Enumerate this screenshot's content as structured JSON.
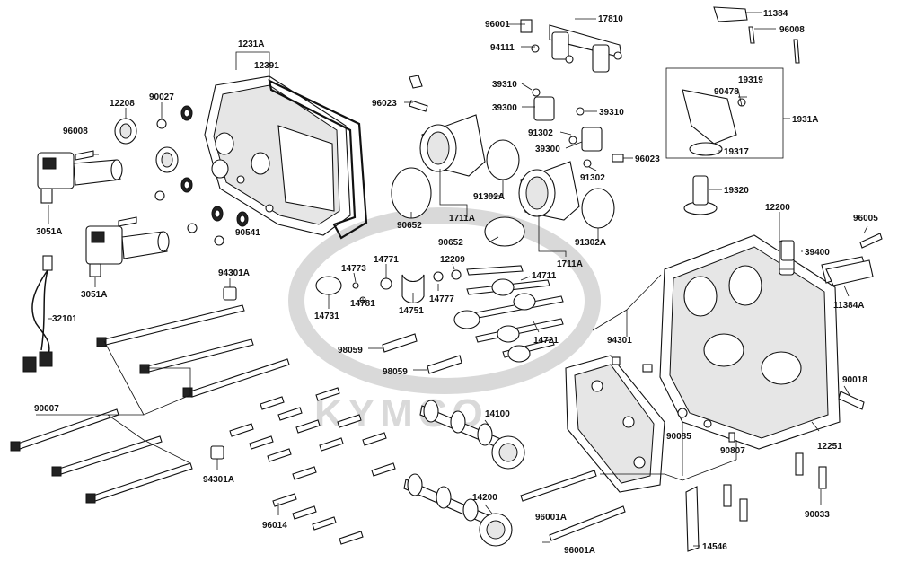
{
  "diagram": {
    "watermark": "KYMCO",
    "parts": [
      {
        "id": "p-96001-top",
        "label": "96001"
      },
      {
        "id": "p-17810",
        "label": "17810"
      },
      {
        "id": "p-11384",
        "label": "11384"
      },
      {
        "id": "p-96008-top",
        "label": "96008"
      },
      {
        "id": "p-94111",
        "label": "94111"
      },
      {
        "id": "p-1231A",
        "label": "1231A"
      },
      {
        "id": "p-12391",
        "label": "12391"
      },
      {
        "id": "p-96023-a",
        "label": "96023"
      },
      {
        "id": "p-39310-a",
        "label": "39310"
      },
      {
        "id": "p-39300-a",
        "label": "39300"
      },
      {
        "id": "p-39310-b",
        "label": "39310"
      },
      {
        "id": "p-91302-a",
        "label": "91302"
      },
      {
        "id": "p-39300-b",
        "label": "39300"
      },
      {
        "id": "p-96023-b",
        "label": "96023"
      },
      {
        "id": "p-91302-b",
        "label": "91302"
      },
      {
        "id": "p-91302A-a",
        "label": "91302A"
      },
      {
        "id": "p-1711A-a",
        "label": "1711A"
      },
      {
        "id": "p-90652-a",
        "label": "90652"
      },
      {
        "id": "p-90652-b",
        "label": "90652"
      },
      {
        "id": "p-91302A-b",
        "label": "91302A"
      },
      {
        "id": "p-1711A-b",
        "label": "1711A"
      },
      {
        "id": "p-19319",
        "label": "19319"
      },
      {
        "id": "p-90478",
        "label": "90478"
      },
      {
        "id": "p-1931A",
        "label": "1931A"
      },
      {
        "id": "p-19317",
        "label": "19317"
      },
      {
        "id": "p-19320",
        "label": "19320"
      },
      {
        "id": "p-12200",
        "label": "12200"
      },
      {
        "id": "p-96005",
        "label": "96005"
      },
      {
        "id": "p-39400",
        "label": "39400"
      },
      {
        "id": "p-11384A",
        "label": "11384A"
      },
      {
        "id": "p-12208",
        "label": "12208"
      },
      {
        "id": "p-90027",
        "label": "90027"
      },
      {
        "id": "p-96008-left",
        "label": "96008"
      },
      {
        "id": "p-3051A-a",
        "label": "3051A"
      },
      {
        "id": "p-3051A-b",
        "label": "3051A"
      },
      {
        "id": "p-90541",
        "label": "90541"
      },
      {
        "id": "p-94301A-a",
        "label": "94301A"
      },
      {
        "id": "p-32101",
        "label": "32101"
      },
      {
        "id": "p-14773",
        "label": "14773"
      },
      {
        "id": "p-14771",
        "label": "14771"
      },
      {
        "id": "p-12209",
        "label": "12209"
      },
      {
        "id": "p-14711",
        "label": "14711"
      },
      {
        "id": "p-14781",
        "label": "14781"
      },
      {
        "id": "p-14777",
        "label": "14777"
      },
      {
        "id": "p-14731",
        "label": "14731"
      },
      {
        "id": "p-14751",
        "label": "14751"
      },
      {
        "id": "p-98059-a",
        "label": "98059"
      },
      {
        "id": "p-98059-b",
        "label": "98059"
      },
      {
        "id": "p-14721",
        "label": "14721"
      },
      {
        "id": "p-94301",
        "label": "94301"
      },
      {
        "id": "p-90018",
        "label": "90018"
      },
      {
        "id": "p-90007",
        "label": "90007"
      },
      {
        "id": "p-14100",
        "label": "14100"
      },
      {
        "id": "p-90085",
        "label": "90085"
      },
      {
        "id": "p-90807",
        "label": "90807"
      },
      {
        "id": "p-12251",
        "label": "12251"
      },
      {
        "id": "p-94301A-b",
        "label": "94301A"
      },
      {
        "id": "p-14200",
        "label": "14200"
      },
      {
        "id": "p-96001A-a",
        "label": "96001A"
      },
      {
        "id": "p-90033",
        "label": "90033"
      },
      {
        "id": "p-96014",
        "label": "96014"
      },
      {
        "id": "p-96001A-b",
        "label": "96001A"
      },
      {
        "id": "p-14546",
        "label": "14546"
      }
    ]
  }
}
